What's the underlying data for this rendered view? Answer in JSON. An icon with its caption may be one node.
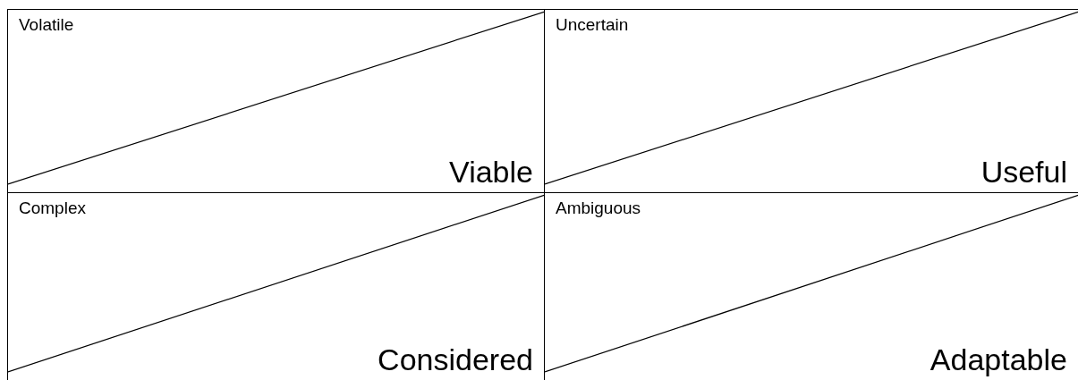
{
  "diagram": {
    "nodes": [
      {
        "text": [
          "Volatile",
          "Viable"
        ]
      },
      {
        "text": [
          "Uncertain",
          "Useful"
        ]
      },
      {
        "text": [
          "Complex",
          "Considered"
        ]
      },
      {
        "text": [
          "Ambiguous",
          "Adaptable"
        ]
      }
    ]
  }
}
